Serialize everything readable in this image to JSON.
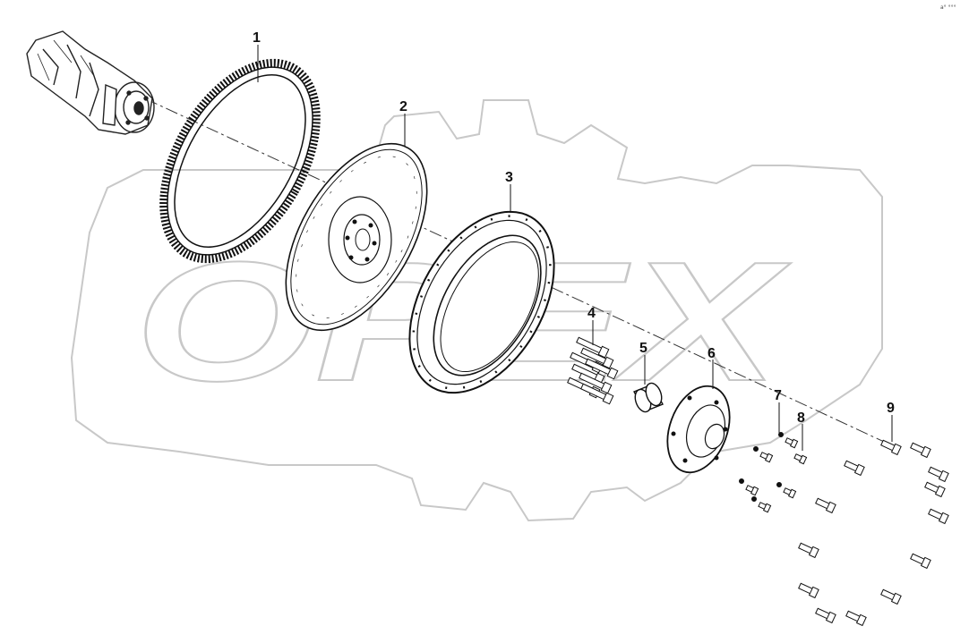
{
  "diagram": {
    "corner_mark": "a° °°°",
    "watermark": "OPEX",
    "callouts": [
      "1",
      "2",
      "3",
      "4",
      "5",
      "6",
      "7",
      "8",
      "9"
    ]
  }
}
